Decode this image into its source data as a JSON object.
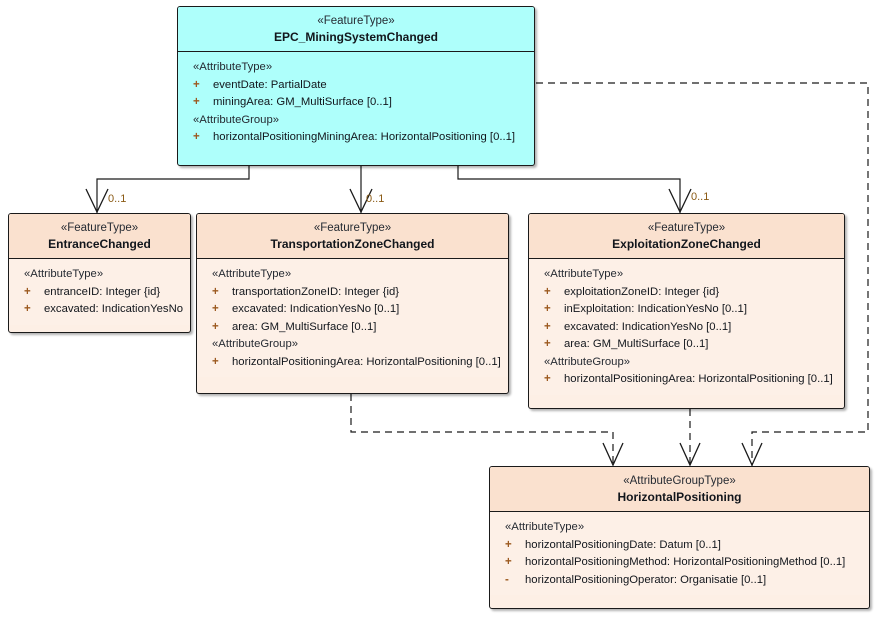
{
  "diagram": {
    "type": "uml-class-diagram",
    "title": "EPC_MiningSystemChanged UML class diagram",
    "background": "#ffffff",
    "colors": {
      "featuretype_root_fill": "#aefffb",
      "featuretype_fill_header": "#fae1cf",
      "featuretype_fill_body": "#fdf0e7",
      "border": "#1a1a1a",
      "multiplicity_text": "#8a5a14",
      "visibility_marker": "#9c5a20",
      "attribute_text": "#12161c"
    }
  },
  "classes": {
    "root": {
      "stereotype": "«FeatureType»",
      "name": "EPC_MiningSystemChanged",
      "groups": [
        {
          "label": "«AttributeType»",
          "attributes": [
            {
              "vis": "+",
              "text": "eventDate: PartialDate"
            },
            {
              "vis": "+",
              "text": "miningArea: GM_MultiSurface [0..1]"
            }
          ]
        },
        {
          "label": "«AttributeGroup»",
          "attributes": [
            {
              "vis": "+",
              "text": "horizontalPositioningMiningArea: HorizontalPositioning [0..1]"
            }
          ]
        }
      ]
    },
    "entrance": {
      "stereotype": "«FeatureType»",
      "name": "EntranceChanged",
      "groups": [
        {
          "label": "«AttributeType»",
          "attributes": [
            {
              "vis": "+",
              "text": "entranceID: Integer {id}"
            },
            {
              "vis": "+",
              "text": "excavated: IndicationYesNo"
            }
          ]
        }
      ]
    },
    "transportation": {
      "stereotype": "«FeatureType»",
      "name": "TransportationZoneChanged",
      "groups": [
        {
          "label": "«AttributeType»",
          "attributes": [
            {
              "vis": "+",
              "text": "transportationZoneID: Integer {id}"
            },
            {
              "vis": "+",
              "text": "excavated: IndicationYesNo [0..1]"
            },
            {
              "vis": "+",
              "text": "area: GM_MultiSurface [0..1]"
            }
          ]
        },
        {
          "label": "«AttributeGroup»",
          "attributes": [
            {
              "vis": "+",
              "text": "horizontalPositioningArea: HorizontalPositioning [0..1]"
            }
          ]
        }
      ]
    },
    "exploitation": {
      "stereotype": "«FeatureType»",
      "name": "ExploitationZoneChanged",
      "groups": [
        {
          "label": "«AttributeType»",
          "attributes": [
            {
              "vis": "+",
              "text": "exploitationZoneID: Integer {id}"
            },
            {
              "vis": "+",
              "text": "inExploitation: IndicationYesNo [0..1]"
            },
            {
              "vis": "+",
              "text": "excavated: IndicationYesNo [0..1]"
            },
            {
              "vis": "+",
              "text": "area: GM_MultiSurface [0..1]"
            }
          ]
        },
        {
          "label": "«AttributeGroup»",
          "attributes": [
            {
              "vis": "+",
              "text": "horizontalPositioningArea: HorizontalPositioning [0..1]"
            }
          ]
        }
      ]
    },
    "horizontalpositioning": {
      "stereotype": "«AttributeGroupType»",
      "name": "HorizontalPositioning",
      "groups": [
        {
          "label": "«AttributeType»",
          "attributes": [
            {
              "vis": "+",
              "text": "horizontalPositioningDate: Datum [0..1]"
            },
            {
              "vis": "+",
              "text": "horizontalPositioningMethod: HorizontalPositioningMethod [0..1]"
            },
            {
              "vis": "-",
              "text": "horizontalPositioningOperator: Organisatie [0..1]"
            }
          ]
        }
      ]
    }
  },
  "associations": [
    {
      "from": "root",
      "to": "entrance",
      "multiplicity": "0..1",
      "style": "solid",
      "arrow": "open"
    },
    {
      "from": "root",
      "to": "transportation",
      "multiplicity": "0..1",
      "style": "solid",
      "arrow": "open"
    },
    {
      "from": "root",
      "to": "exploitation",
      "multiplicity": "0..1",
      "style": "solid",
      "arrow": "open"
    }
  ],
  "dependencies": [
    {
      "from": "transportation",
      "to": "horizontalpositioning",
      "style": "dashed",
      "arrow": "open"
    },
    {
      "from": "exploitation",
      "to": "horizontalpositioning",
      "style": "dashed",
      "arrow": "open"
    },
    {
      "from": "root",
      "to": "horizontalpositioning",
      "style": "dashed",
      "arrow": "open"
    }
  ]
}
